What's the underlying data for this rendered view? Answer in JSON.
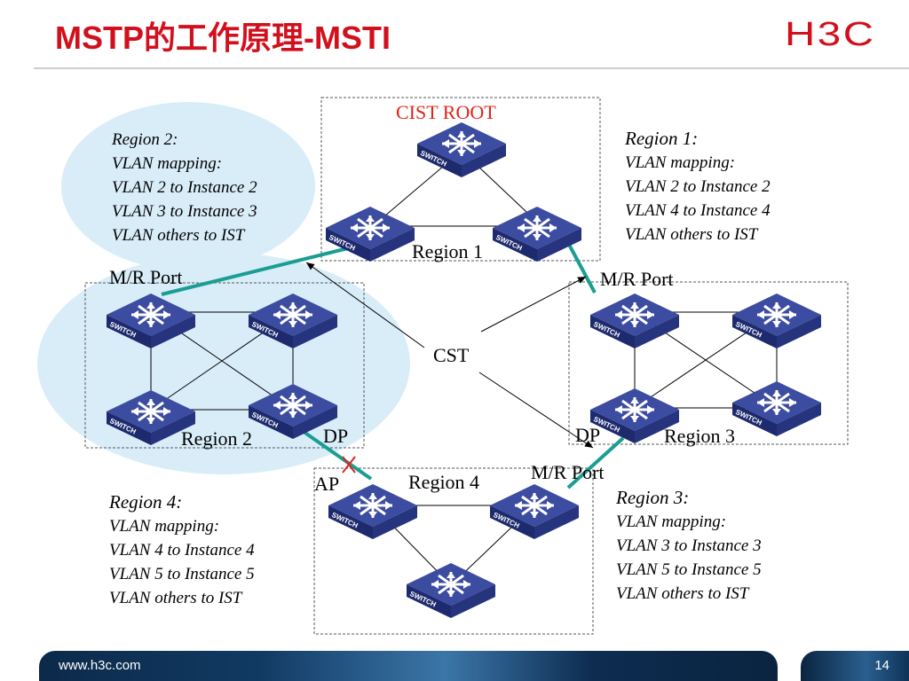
{
  "slide": {
    "title": "MSTP的工作原理-MSTI",
    "logo": "H3C",
    "footer_url": "www.h3c.com",
    "page_number": "14"
  },
  "diagram": {
    "switch_label": "SWITCH",
    "labels": {
      "cist_root": "CIST ROOT",
      "region1": "Region 1",
      "region2": "Region 2",
      "region3": "Region 3",
      "region4": "Region 4",
      "cst": "CST",
      "mr_port_left": "M/R Port",
      "mr_port_right": "M/R Port",
      "mr_port_bottom": "M/R Port",
      "dp_left": "DP",
      "dp_right": "DP",
      "ap": "AP"
    },
    "notes": {
      "region2": [
        "Region 2:",
        "VLAN mapping:",
        "VLAN 2 to Instance 2",
        "VLAN 3 to Instance 3",
        "VLAN others to IST"
      ],
      "region1": [
        "Region 1:",
        "VLAN mapping:",
        "VLAN 2 to Instance 2",
        "VLAN 4 to Instance 4",
        "VLAN others to IST"
      ],
      "region4": [
        "Region 4:",
        "VLAN mapping:",
        "VLAN 4 to Instance 4",
        "VLAN 5 to Instance 5",
        "VLAN others to IST"
      ],
      "region3": [
        "Region 3:",
        "VLAN mapping:",
        "VLAN 3 to Instance 3",
        "VLAN 5 to Instance 5",
        "VLAN others to IST"
      ]
    },
    "colors": {
      "title_red": "#d2101d",
      "link_teal": "#1a9e93",
      "switch_blue": "#2e3b8c",
      "region_bubble": "#d9edf9",
      "blocked_x": "#e0241b"
    }
  }
}
